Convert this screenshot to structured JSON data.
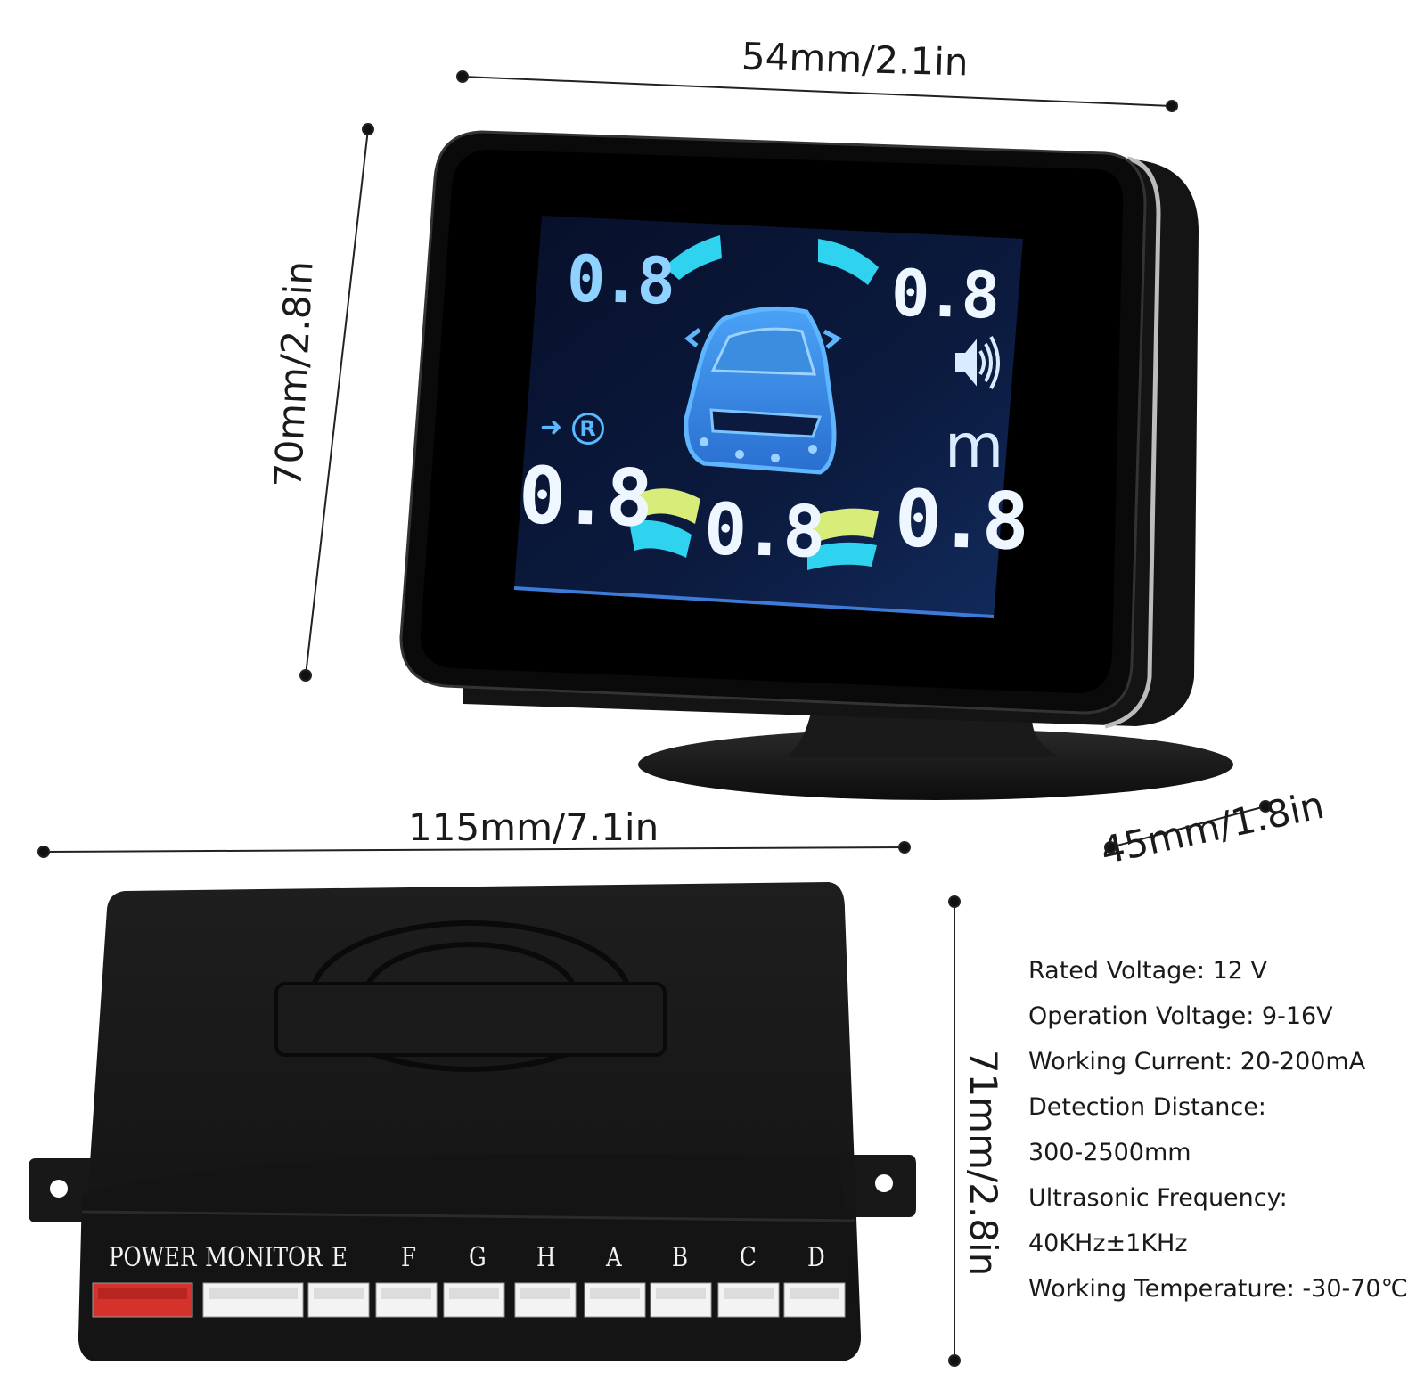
{
  "dimensions": {
    "display_width": "54mm/2.1in",
    "display_height": "70mm/2.8in",
    "display_depth": "45mm/1.8in",
    "control_box_length": "115mm/7.1in",
    "control_box_height": "71mm/2.8in"
  },
  "display": {
    "readouts": {
      "top_left": "0.8",
      "top_right": "0.8",
      "bottom_left": "0.8",
      "bottom_center": "0.8",
      "bottom_right": "0.8"
    },
    "unit": "m",
    "gear": "R",
    "gear_arrow": "➜",
    "colors": {
      "screen_bg": "#0a1430",
      "digit_top": "#8fd2ff",
      "digit_bottom": "#eef6ff",
      "arc_cyan": "#2fd3f0",
      "arc_yellow": "#d8ec7a",
      "car_blue": "#3f8fe8"
    },
    "icons": [
      "speaker-icon",
      "car-icon",
      "gear-r-icon"
    ]
  },
  "control_box": {
    "ports": [
      {
        "label": "POWER",
        "color": "#d6322c"
      },
      {
        "label": "MONITOR",
        "color": "#f3f3f3"
      },
      {
        "label": "E",
        "color": "#f3f3f3"
      },
      {
        "label": "F",
        "color": "#f3f3f3"
      },
      {
        "label": "G",
        "color": "#f3f3f3"
      },
      {
        "label": "H",
        "color": "#f3f3f3"
      },
      {
        "label": "A",
        "color": "#f3f3f3"
      },
      {
        "label": "B",
        "color": "#f3f3f3"
      },
      {
        "label": "C",
        "color": "#f3f3f3"
      },
      {
        "label": "D",
        "color": "#f3f3f3"
      }
    ]
  },
  "specs": [
    "Rated Voltage: 12 V",
    "Operation Voltage: 9-16V",
    "Working Current: 20-200mA",
    "Detection Distance:",
    "300-2500mm",
    "Ultrasonic Frequency:",
    "40KHz±1KHz",
    "Working Temperature: -30-70℃"
  ]
}
